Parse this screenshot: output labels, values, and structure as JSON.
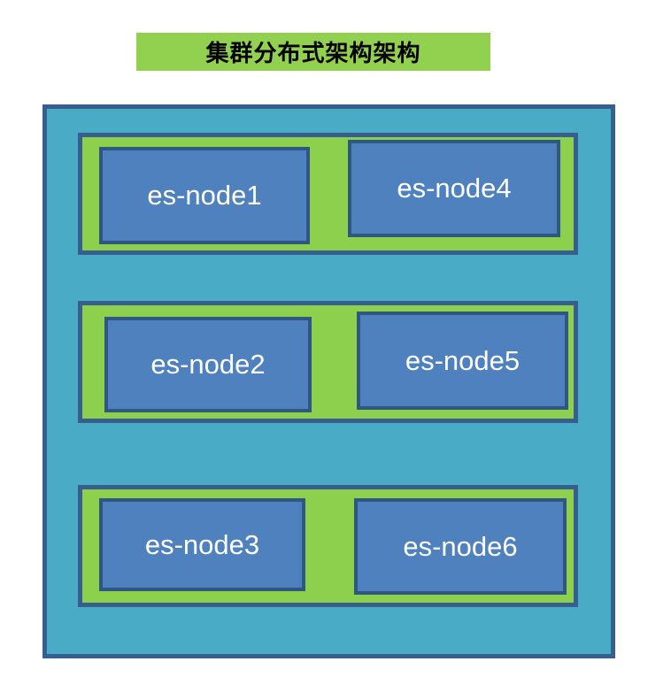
{
  "title": {
    "text": "集群分布式架构架构"
  },
  "colors": {
    "title_bar_green": "#92d050",
    "row_green": "#8cd04e",
    "container_teal": "#4aabc7",
    "node_blue": "#4e81bd",
    "outer_border_blue": "#365e8e",
    "node_border_blue": "#2e5781",
    "title_text": "#000000",
    "node_text": "#ffffff"
  },
  "cluster": {
    "rows": [
      {
        "nodes": [
          {
            "label": "es-node1"
          },
          {
            "label": "es-node4"
          }
        ]
      },
      {
        "nodes": [
          {
            "label": "es-node2"
          },
          {
            "label": "es-node5"
          }
        ]
      },
      {
        "nodes": [
          {
            "label": "es-node3"
          },
          {
            "label": "es-node6"
          }
        ]
      }
    ]
  }
}
